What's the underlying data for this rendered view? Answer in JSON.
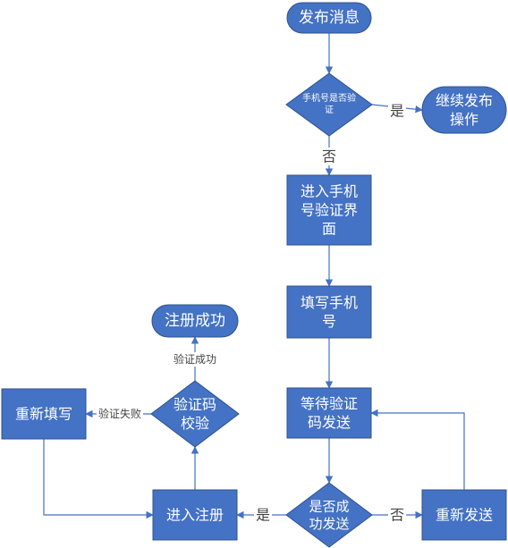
{
  "colors": {
    "node_fill": "#4472C4",
    "node_stroke": "#2F528F",
    "edge": "#4472C4",
    "text": "#FFFFFF",
    "label": "#444444"
  },
  "nodes": {
    "start": {
      "lines": [
        "发布消息"
      ]
    },
    "check_verified": {
      "lines": [
        "手机号是否验",
        "证"
      ]
    },
    "continue_publish": {
      "lines": [
        "继续发布",
        "操作"
      ]
    },
    "enter_verify_page": {
      "lines": [
        "进入手机",
        "号验证界",
        "面"
      ]
    },
    "fill_phone": {
      "lines": [
        "填写手机",
        "号"
      ]
    },
    "wait_code": {
      "lines": [
        "等待验证",
        "码发送"
      ]
    },
    "sent_ok": {
      "lines": [
        "是否成",
        "功发送"
      ]
    },
    "resend": {
      "lines": [
        "重新发送"
      ]
    },
    "enter_register": {
      "lines": [
        "进入注册"
      ]
    },
    "verify_code": {
      "lines": [
        "验证码",
        "校验"
      ]
    },
    "register_success": {
      "lines": [
        "注册成功"
      ]
    },
    "refill": {
      "lines": [
        "重新填写"
      ]
    }
  },
  "edge_labels": {
    "yes_continue": "是",
    "no_verify": "否",
    "no_resend": "否",
    "yes_register": "是",
    "verify_ok": "验证成功",
    "verify_fail": "验证失败"
  }
}
